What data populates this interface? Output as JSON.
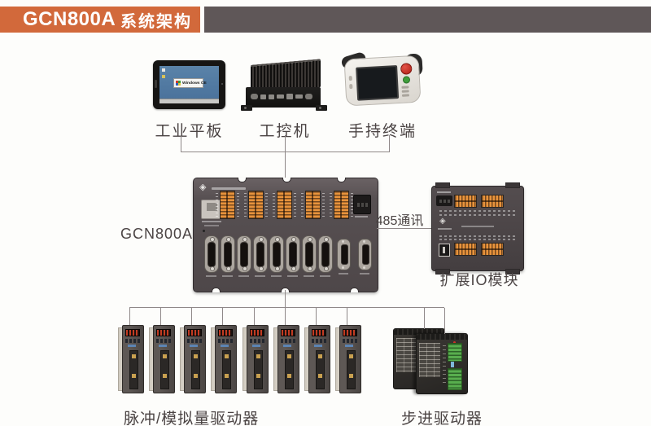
{
  "header": {
    "title": "GCN800A",
    "badge": "系统架构"
  },
  "colors": {
    "accent": "#D2693B",
    "header_bar": "#5F5758",
    "line": "#8F8888",
    "text": "#4B4444",
    "terminal_orange": "#E8933C",
    "terminal_green": "#58AE4E",
    "display_red": "#C23B22"
  },
  "top_devices": {
    "tablet": {
      "label": "工业平板",
      "screen_brand": "Windows CE"
    },
    "ipc": {
      "label": "工控机"
    },
    "handheld": {
      "label": "手持终端"
    }
  },
  "controller": {
    "label": "GCN800A",
    "terminal_block_count": 5,
    "db25_count": 8,
    "db15_count": 2
  },
  "bus": {
    "label": "485通讯"
  },
  "io_module": {
    "label": "扩展IO模块",
    "terminal_block_count": 4
  },
  "drivers": {
    "pulse": {
      "label": "脉冲/模拟量驱动器",
      "count": 8
    },
    "stepper": {
      "label": "步进驱动器",
      "count": 2
    }
  }
}
